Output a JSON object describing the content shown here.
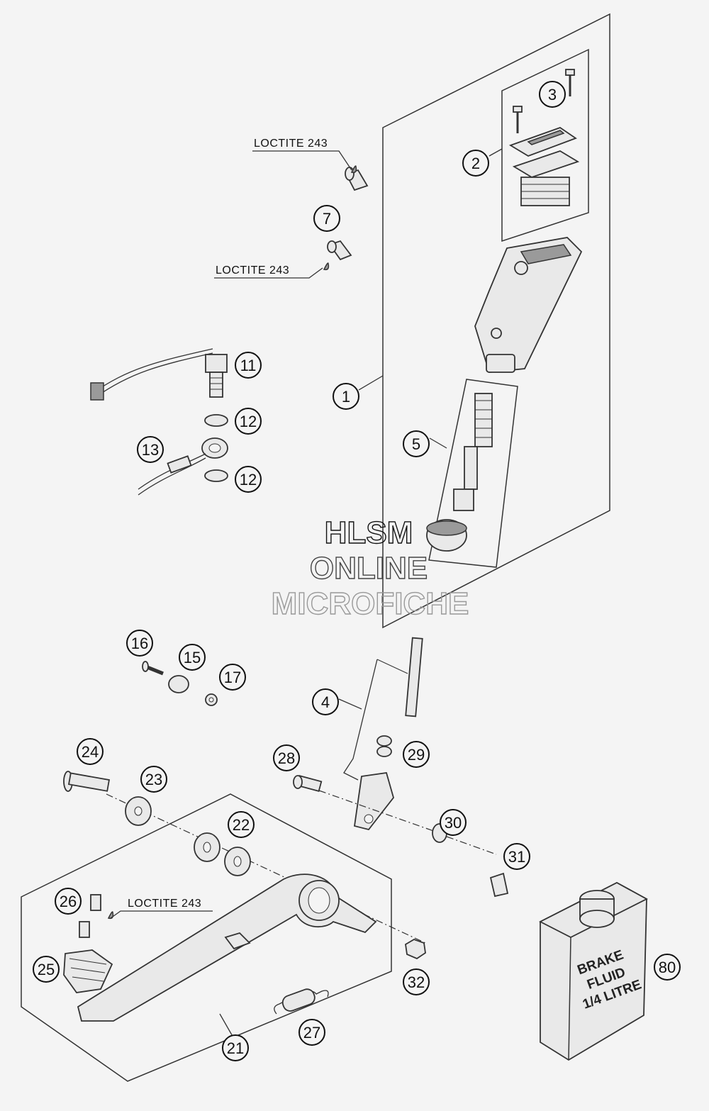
{
  "callouts": [
    {
      "label": "1"
    },
    {
      "label": "2"
    },
    {
      "label": "3"
    },
    {
      "label": "4"
    },
    {
      "label": "5"
    },
    {
      "label": "7"
    },
    {
      "label": "11"
    },
    {
      "label": "12"
    },
    {
      "label": "12"
    },
    {
      "label": "13"
    },
    {
      "label": "15"
    },
    {
      "label": "16"
    },
    {
      "label": "17"
    },
    {
      "label": "21"
    },
    {
      "label": "22"
    },
    {
      "label": "23"
    },
    {
      "label": "24"
    },
    {
      "label": "25"
    },
    {
      "label": "26"
    },
    {
      "label": "27"
    },
    {
      "label": "28"
    },
    {
      "label": "29"
    },
    {
      "label": "30"
    },
    {
      "label": "31"
    },
    {
      "label": "32"
    },
    {
      "label": "80"
    }
  ],
  "loctite_labels": [
    "LOCTITE 243",
    "LOCTITE 243",
    "LOCTITE 243"
  ],
  "watermark": {
    "line1": "HLSM",
    "line2": "ONLINE",
    "line3": "MICROFICHE"
  },
  "brake_fluid": {
    "line1": "BRAKE",
    "line2": "FLUID",
    "line3": "1/4 LITRE"
  }
}
